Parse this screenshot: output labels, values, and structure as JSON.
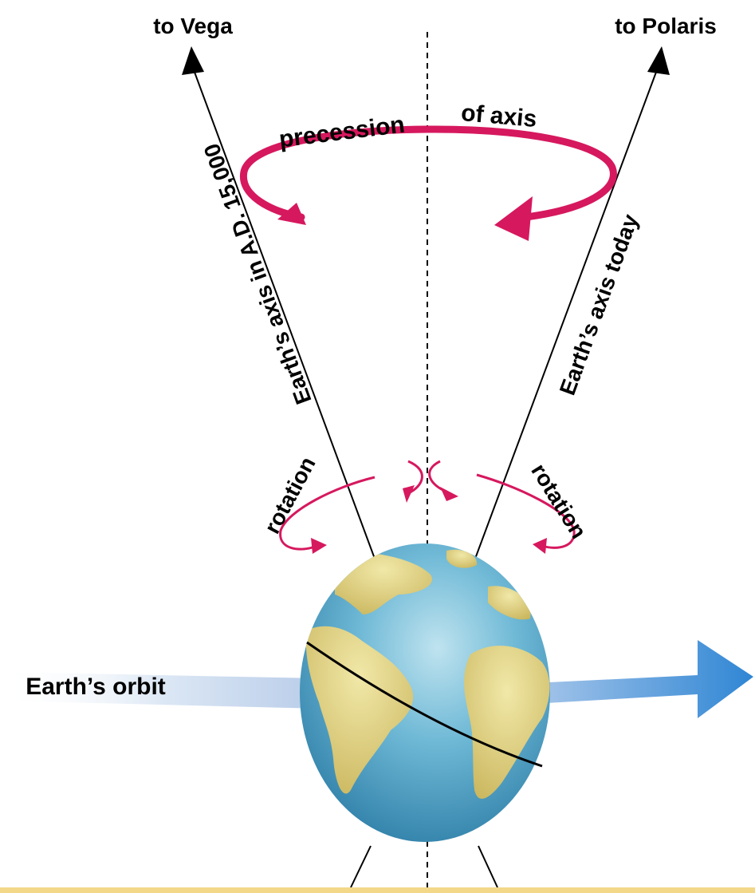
{
  "labels": {
    "to_vega": "to Vega",
    "to_polaris": "to Polaris",
    "precession_left": "precession",
    "precession_right": "of axis",
    "axis_future": "Earth’s axis in A.D. 15,000",
    "axis_today": "Earth’s axis today",
    "rotation_left": "rotation",
    "rotation_right": "rotation",
    "orbit": "Earth’s orbit"
  },
  "colors": {
    "background": "#ffffff",
    "axis_line": "#000000",
    "precession_arrow": "#d6185e",
    "rotation_arrow": "#d6185e",
    "orbit_arrow": "#3a8fd6",
    "ocean": "#4a9fc6",
    "land": "#d9c873",
    "bottom_bar": "#f4d88a"
  },
  "icons": {
    "globe": "earth-globe-icon",
    "orbit_arrow": "orbit-arrow-icon"
  }
}
